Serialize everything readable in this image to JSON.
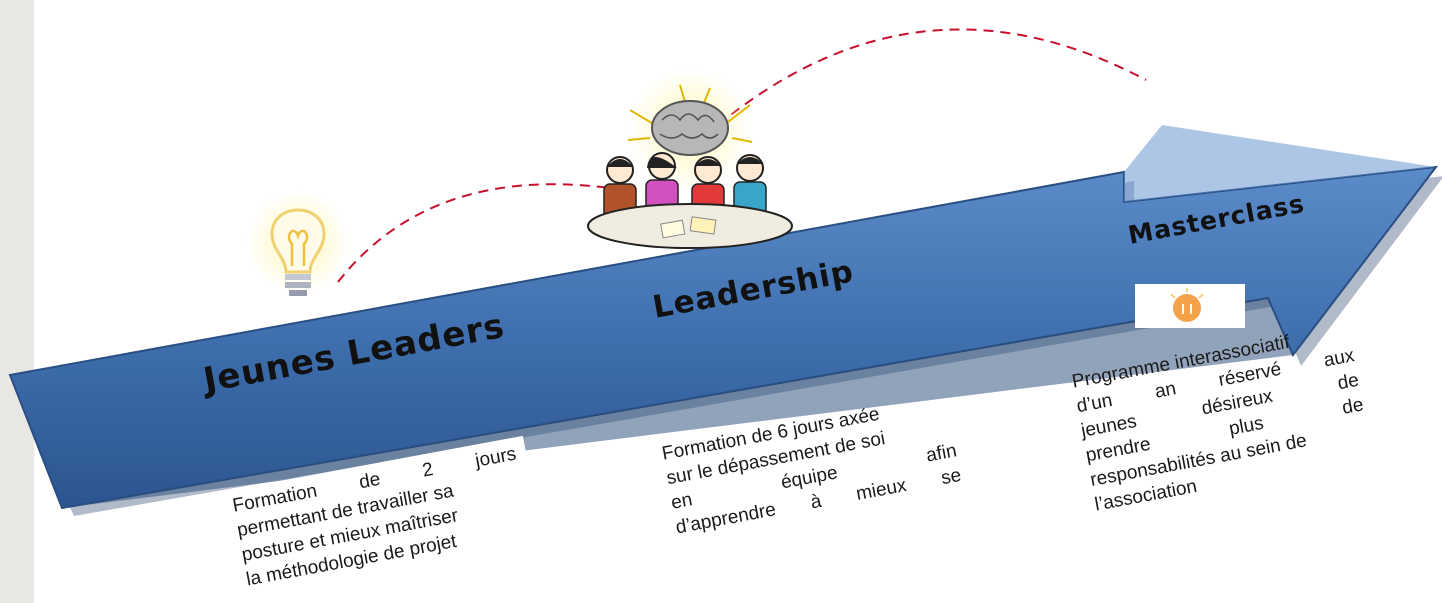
{
  "stages": [
    {
      "title": "Jeunes Leaders",
      "lines": [
        "Formation de 2 jours",
        "permettant de travailler sa",
        "posture et mieux maîtriser",
        "la méthodologie de projet"
      ]
    },
    {
      "title": "Leadership",
      "lines": [
        "Formation de 6 jours axée",
        "sur le dépassement de soi",
        "en équipe afin",
        "d’apprendre à mieux se"
      ]
    },
    {
      "title": "Masterclass",
      "lines": [
        "Programme interassociatif",
        "d’un an réservé aux",
        "jeunes désireux de",
        "prendre plus de",
        "responsabilités au sein de",
        "l’association"
      ]
    }
  ],
  "icons": [
    "lightbulb-icon",
    "team-brainstorm-icon",
    "small-lightbulb-icon"
  ],
  "colors": {
    "arrow": "#3f6fae",
    "arrow_dark": "#2a4f82",
    "dash": "#c8102e",
    "sidebar": "#e9e7e3"
  }
}
